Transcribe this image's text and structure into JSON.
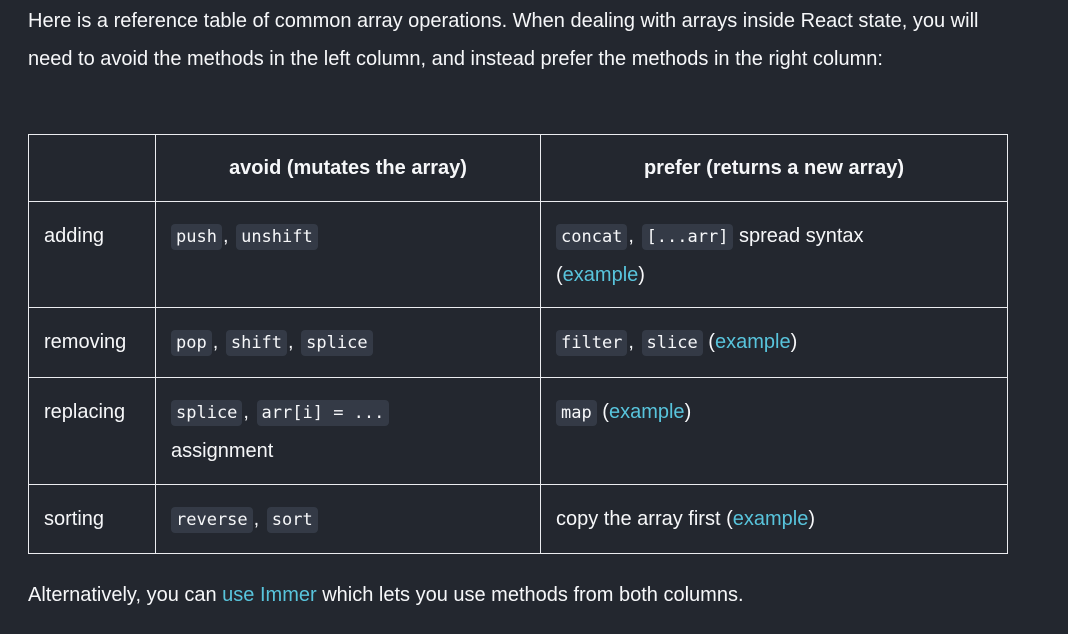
{
  "intro": "Here is a reference table of common array operations. When dealing with arrays inside React state, you will need to avoid the methods in the left column, and instead prefer the methods in the right column:",
  "table": {
    "headers": [
      "",
      "avoid (mutates the array)",
      "prefer (returns a new array)"
    ],
    "rows": [
      {
        "label": "adding",
        "avoid": [
          "push",
          "unshift"
        ],
        "avoid_suffix": "",
        "prefer_codes": [
          "concat",
          "[...arr]"
        ],
        "prefer_text": "spread syntax",
        "prefer_link_open": "(",
        "prefer_link": "example",
        "prefer_link_close": ")"
      },
      {
        "label": "removing",
        "avoid": [
          "pop",
          "shift",
          "splice"
        ],
        "avoid_suffix": "",
        "prefer_codes": [
          "filter",
          "slice"
        ],
        "prefer_text": "",
        "prefer_link_open": "(",
        "prefer_link": "example",
        "prefer_link_close": ")"
      },
      {
        "label": "replacing",
        "avoid": [
          "splice",
          "arr[i] = ..."
        ],
        "avoid_suffix": "assignment",
        "prefer_codes": [
          "map"
        ],
        "prefer_text": "",
        "prefer_link_open": "(",
        "prefer_link": "example",
        "prefer_link_close": ")"
      },
      {
        "label": "sorting",
        "avoid": [
          "reverse",
          "sort"
        ],
        "avoid_suffix": "",
        "prefer_codes": [],
        "prefer_text": "copy the array first",
        "prefer_link_open": "(",
        "prefer_link": "example",
        "prefer_link_close": ")"
      }
    ]
  },
  "outro": {
    "before": "Alternatively, you can ",
    "link": "use Immer",
    "after": " which lets you use methods from both columns."
  },
  "colors": {
    "background": "#23272f",
    "text": "#f6f7f9",
    "link": "#58c4dc",
    "code_bg": "#343a46",
    "border": "#ebecf0"
  }
}
